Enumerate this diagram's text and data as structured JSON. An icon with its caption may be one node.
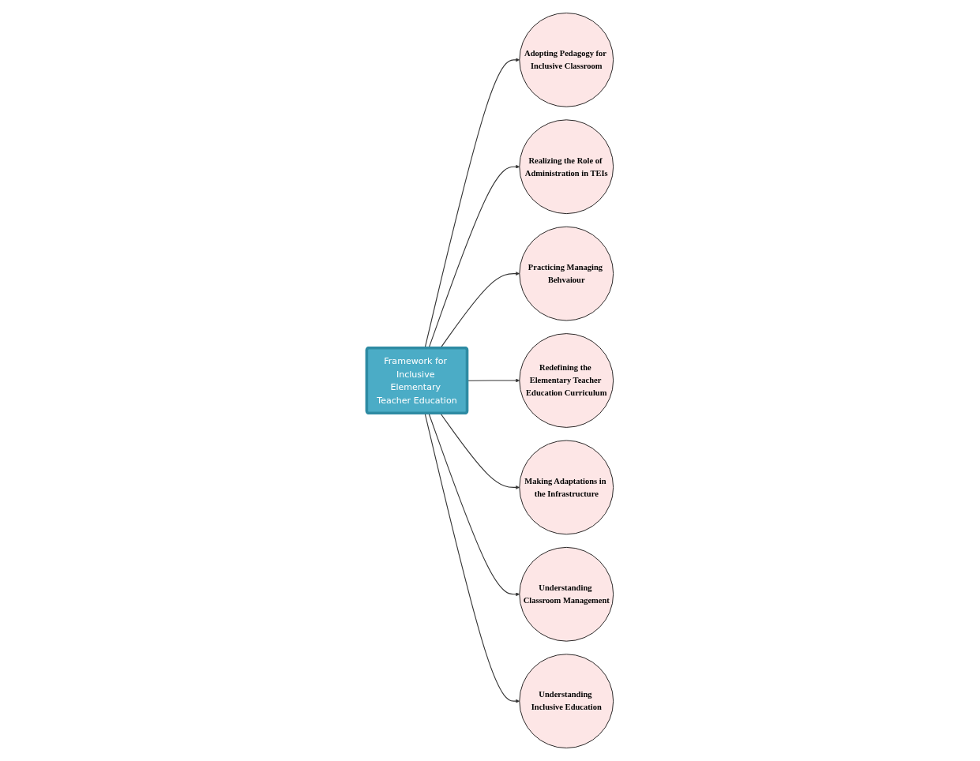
{
  "diagram": {
    "nodes": [
      {
        "text": [
          "Framework for Inclusive Elementary Teacher Education"
        ]
      },
      {
        "text": [
          "Adopting Pedagogy for Inclusive Classroom"
        ]
      },
      {
        "text": [
          "Realizing the Role of Administration in TEIs"
        ]
      },
      {
        "text": [
          "Practicing Managing Behvaiour"
        ]
      },
      {
        "text": [
          "Redefining the Elementary Teacher Education Curriculum"
        ]
      },
      {
        "text": [
          "Making Adaptations in the Infrastructure"
        ]
      },
      {
        "text": [
          "Understanding Classroom Management"
        ]
      },
      {
        "text": [
          "Understanding Inclusive Education"
        ]
      }
    ],
    "edges": [
      {
        "from": 0,
        "to": 1,
        "arrow": "to"
      },
      {
        "from": 0,
        "to": 2,
        "arrow": "to"
      },
      {
        "from": 0,
        "to": 3,
        "arrow": "to"
      },
      {
        "from": 0,
        "to": 4,
        "arrow": "to"
      },
      {
        "from": 0,
        "to": 5,
        "arrow": "to"
      },
      {
        "from": 0,
        "to": 6,
        "arrow": "to"
      },
      {
        "from": 0,
        "to": 7,
        "arrow": "to"
      }
    ]
  }
}
